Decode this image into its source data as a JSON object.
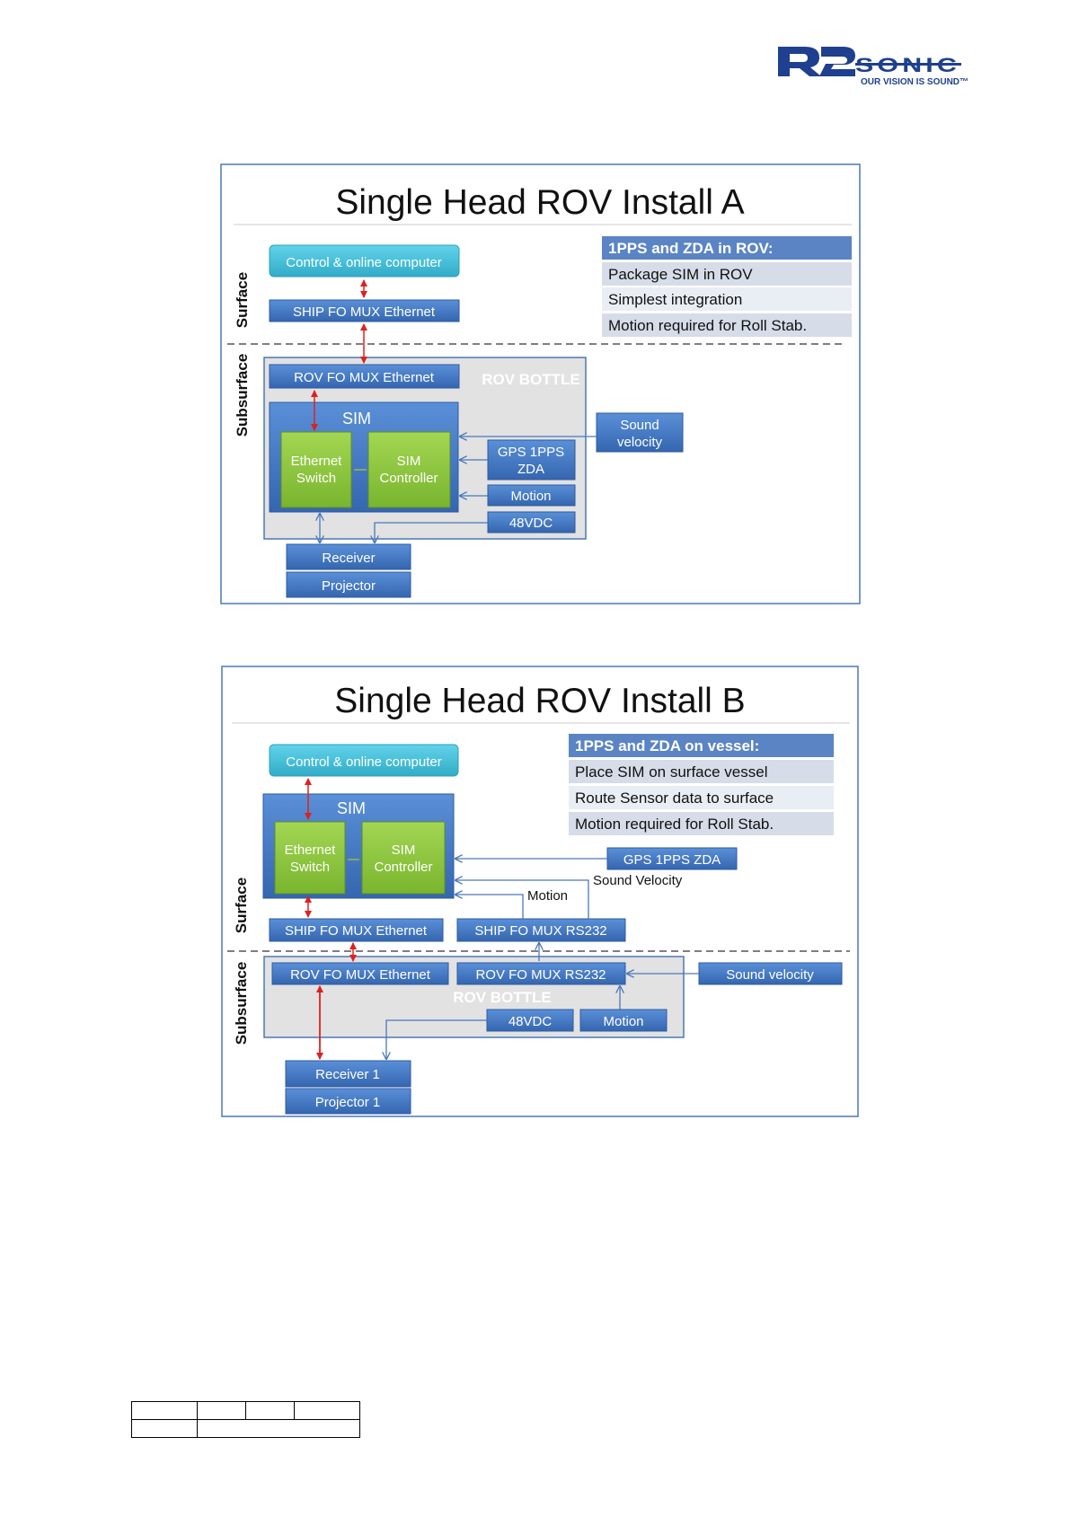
{
  "logo": {
    "wordmark": "R2SONIC",
    "tagline": "OUR VISION IS SOUND™",
    "brand_color": "#1f3f8f"
  },
  "colors": {
    "blue_box": "#3f77c4",
    "cyan_box": "#3fbfd8",
    "green_box": "#8cc63f",
    "bottle_grey": "#e2e2e2",
    "red_arrow": "#e0201e",
    "blue_line": "#4a78b8",
    "header_row": "#5b84c4",
    "note_row_dark": "#d6dce8",
    "note_row_light": "#e9edf4"
  },
  "diagram_a": {
    "title": "Single Head ROV Install A",
    "zone_surface": "Surface",
    "zone_subsurface": "Subsurface",
    "control_computer": "Control & online computer",
    "ship_fo_mux": "SHIP FO MUX Ethernet",
    "rov_fo_mux": "ROV FO MUX Ethernet",
    "rov_bottle": "ROV BOTTLE",
    "sim": "SIM",
    "ethernet_switch": [
      "Ethernet",
      "Switch"
    ],
    "sim_controller": [
      "SIM",
      "Controller"
    ],
    "gps": [
      "GPS 1PPS",
      "ZDA"
    ],
    "motion": "Motion",
    "power": "48VDC",
    "sound_velocity": [
      "Sound",
      "velocity"
    ],
    "receiver": "Receiver",
    "projector": "Projector",
    "notes": {
      "header": "1PPS and ZDA in ROV:",
      "rows": [
        "Package SIM in ROV",
        "Simplest integration",
        "Motion required for Roll Stab."
      ]
    }
  },
  "diagram_b": {
    "title": "Single Head ROV Install B",
    "zone_surface": "Surface",
    "zone_subsurface": "Subsurface",
    "control_computer": "Control & online computer",
    "sim": "SIM",
    "ethernet_switch": [
      "Ethernet",
      "Switch"
    ],
    "sim_controller": [
      "SIM",
      "Controller"
    ],
    "gps": "GPS 1PPS ZDA",
    "sound_velocity_label": "Sound Velocity",
    "motion_label": "Motion",
    "ship_fo_mux_eth": "SHIP FO MUX Ethernet",
    "ship_fo_mux_rs232": "SHIP FO MUX RS232",
    "rov_fo_mux_eth": "ROV FO MUX Ethernet",
    "rov_fo_mux_rs232": "ROV FO MUX RS232",
    "rov_bottle": "ROV BOTTLE",
    "power": "48VDC",
    "motion": "Motion",
    "sound_velocity": "Sound velocity",
    "receiver": "Receiver 1",
    "projector": "Projector 1",
    "notes": {
      "header": "1PPS and ZDA on vessel:",
      "rows": [
        "Place SIM on surface vessel",
        "Route Sensor data to surface",
        "Motion required for Roll Stab."
      ]
    }
  }
}
